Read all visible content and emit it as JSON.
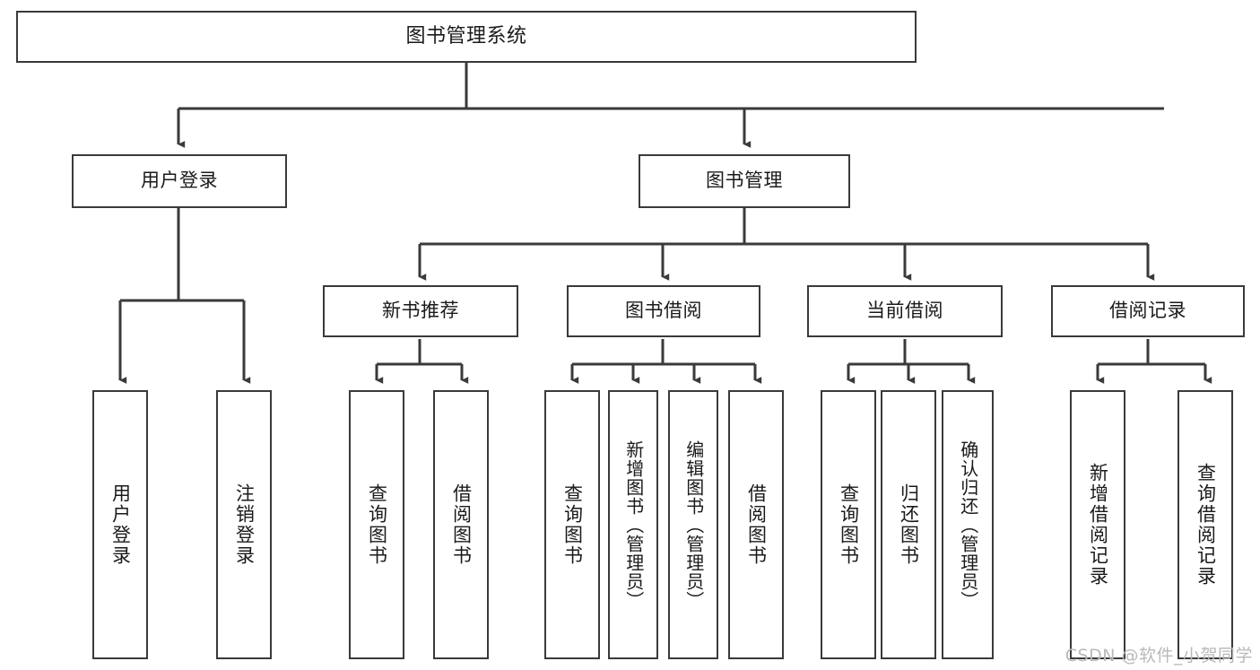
{
  "diagram": {
    "type": "tree",
    "title": "图书管理系统",
    "orientation": "top-down",
    "colors": {
      "box_border": "#3a3a3a",
      "box_fill": "#ffffff",
      "connector": "#3a3a3a",
      "text": "#1a1a1a",
      "watermark": "#b9b9b9"
    },
    "root": {
      "label": "图书管理系统"
    },
    "level2": [
      {
        "label": "用户登录"
      },
      {
        "label": "图书管理"
      },
      {
        "label": "新书推荐"
      },
      {
        "label": "图书借阅"
      },
      {
        "label": "当前借阅"
      },
      {
        "label": "借阅记录"
      }
    ],
    "leaves": {
      "user_login": [
        {
          "label": "用户登录"
        },
        {
          "label": "注销登录"
        }
      ],
      "new_book_recommend": [
        {
          "label": "查询图书"
        },
        {
          "label": "借阅图书"
        }
      ],
      "book_borrow": [
        {
          "label": "查询图书"
        },
        {
          "label": "新增图书（管理员）"
        },
        {
          "label": "编辑图书（管理员）"
        },
        {
          "label": "借阅图书"
        }
      ],
      "current_borrow": [
        {
          "label": "查询图书"
        },
        {
          "label": "归还图书"
        },
        {
          "label": "确认归还（管理员）"
        }
      ],
      "borrow_record": [
        {
          "label": "新增借阅记录"
        },
        {
          "label": "查询借阅记录"
        }
      ]
    }
  },
  "watermark": {
    "text": "CSDN @软件_小贺同学"
  }
}
